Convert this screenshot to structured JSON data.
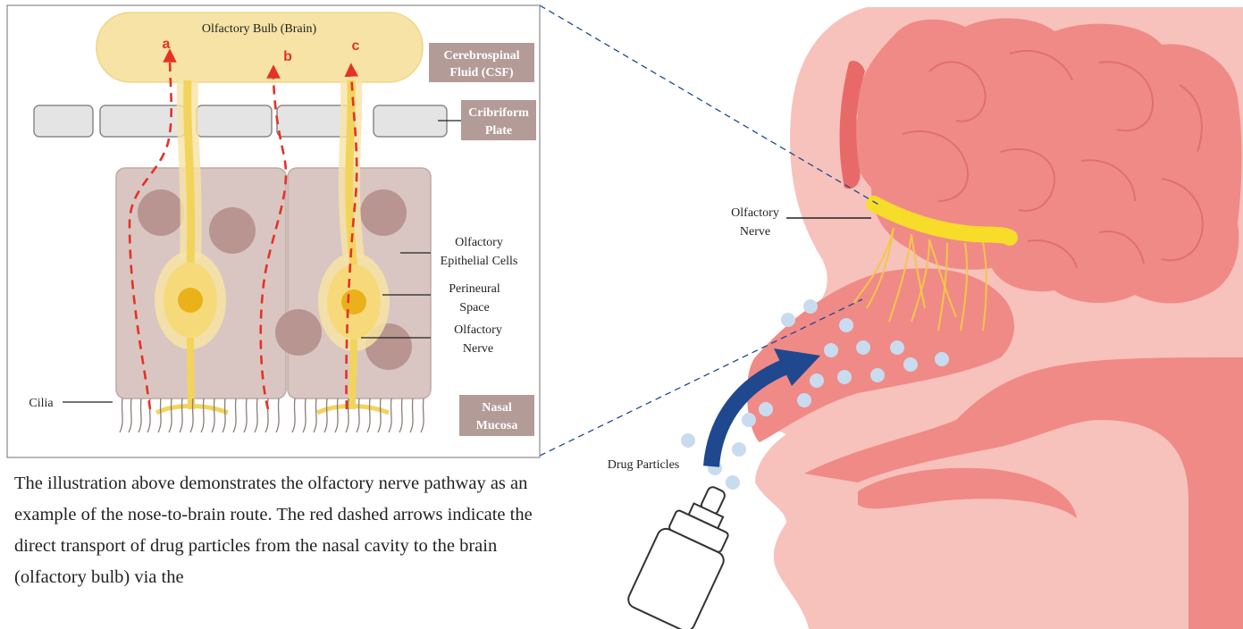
{
  "inset": {
    "olfactory_bulb": "Olfactory Bulb (Brain)",
    "pathways": [
      "a",
      "b",
      "c"
    ],
    "csf": [
      "Cerebrospinal",
      "Fluid (CSF)"
    ],
    "cribriform": [
      "Cribriform",
      "Plate"
    ],
    "epithelial": [
      "Olfactory",
      "Epithelial Cells"
    ],
    "perineural": [
      "Perineural",
      "Space"
    ],
    "nerve": [
      "Olfactory",
      "Nerve"
    ],
    "mucosa": [
      "Nasal",
      "Mucosa"
    ],
    "cilia": "Cilia"
  },
  "head": {
    "nerve": [
      "Olfactory",
      "Nerve"
    ],
    "drug_particles": "Drug Particles"
  },
  "caption": "The illustration above demonstrates the olfactory nerve pathway as an example of the nose-to-brain route. The red dashed arrows indicate the direct transport of drug particles from the nasal cavity to the brain (olfactory bulb) via the",
  "colors": {
    "bulb": "#f7e3a6",
    "label_box": "#b39b97",
    "cell": "#d9c6c2",
    "nucleus": "#b89590",
    "nerve": "#f2d45c",
    "red_arrow": "#e53224",
    "skin": "#f7c2bb",
    "flesh": "#f08a86",
    "particles": "#c9dbef",
    "blue_arrow": "#20488f"
  }
}
